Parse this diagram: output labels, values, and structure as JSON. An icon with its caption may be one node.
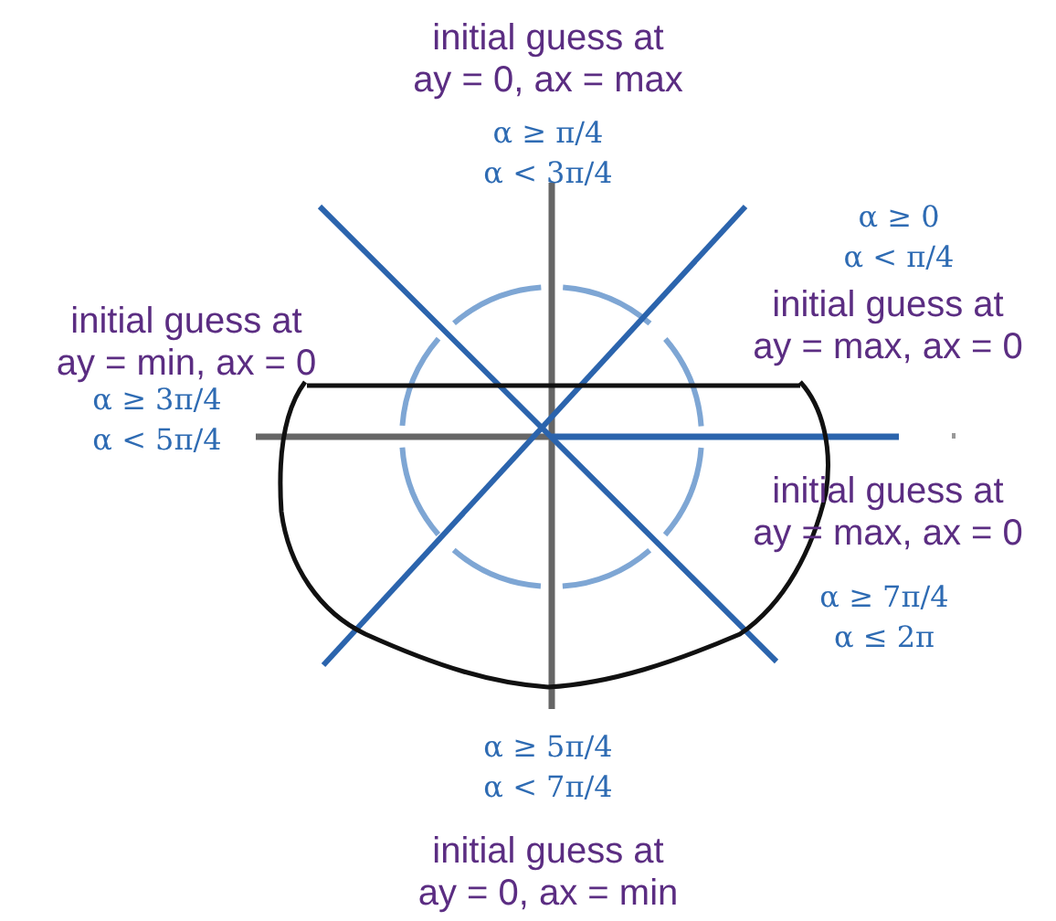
{
  "diagram": {
    "labels": [
      "initial guess at ay = 0, ax = max",
      "α ≥ π/4 α < 3π/4",
      "α ≥ 0 α < π/4",
      "initial guess at ay = min, ax = 0",
      "initial guess at ay = max, ax = 0",
      "α ≥ 3π/4 α < 5π/4",
      "initial guess at ay = max, ax = 0",
      "α ≥ 7π/4 α ≤ 2π",
      "α ≥ 5π/4 α < 7π/4",
      "initial guess at ay = 0, ax = min"
    ]
  }
}
